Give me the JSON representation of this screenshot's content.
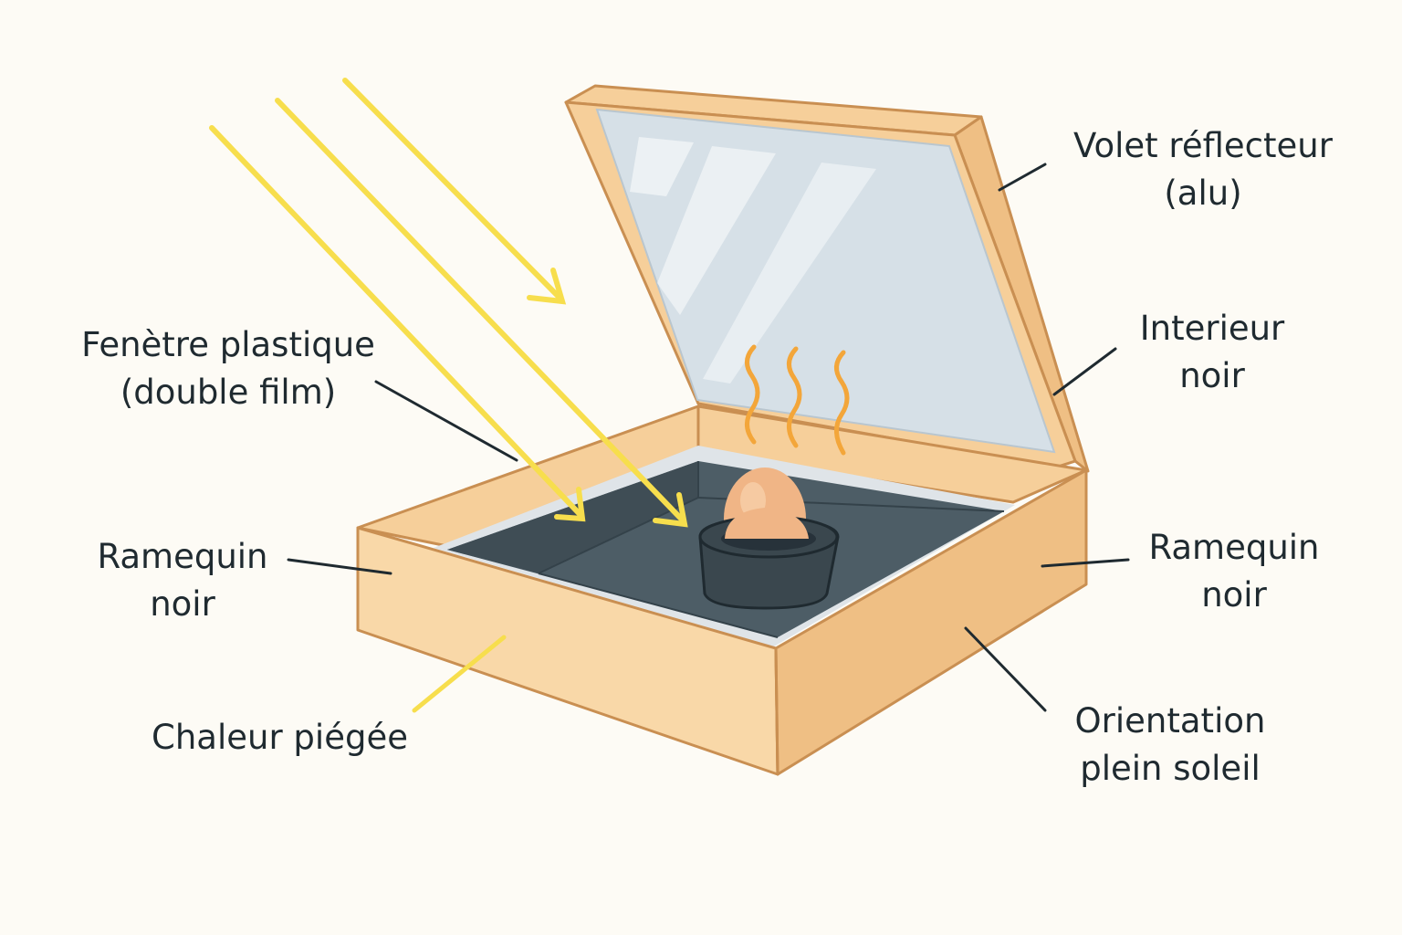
{
  "colors": {
    "background": "#fdfbf5",
    "cardboard": "#f6cf9a",
    "cardboard_side": "#efbf84",
    "cardboard_edge": "#c98f52",
    "reflector": "#d6e0e7",
    "interior": "#4d5d66",
    "foil_rim": "#dfe4e8",
    "sun_ray": "#f7de4d",
    "heat_wave": "#f3a63a",
    "egg": "#f0b586",
    "ramekin": "#3a474e",
    "leader_line": "#1f2a30",
    "label_text": "#1f2a30"
  },
  "icons": [
    "sun-ray-arrow",
    "heat-wave",
    "egg",
    "ramekin"
  ],
  "labels": {
    "reflector": {
      "line1": "Volet réflecteur",
      "line2": "(alu)"
    },
    "interior": {
      "line1": "Interieur",
      "line2": "noir"
    },
    "window": {
      "line1": "Fenètre plastique",
      "line2": "(double film)"
    },
    "ramekin_left": {
      "line1": "Ramequin",
      "line2": "noir"
    },
    "ramekin_right": {
      "line1": "Ramequin",
      "line2": "noir"
    },
    "heat": {
      "line1": "Chaleur piégée"
    },
    "orientation": {
      "line1": "Orientation",
      "line2": "plein soleil"
    }
  }
}
